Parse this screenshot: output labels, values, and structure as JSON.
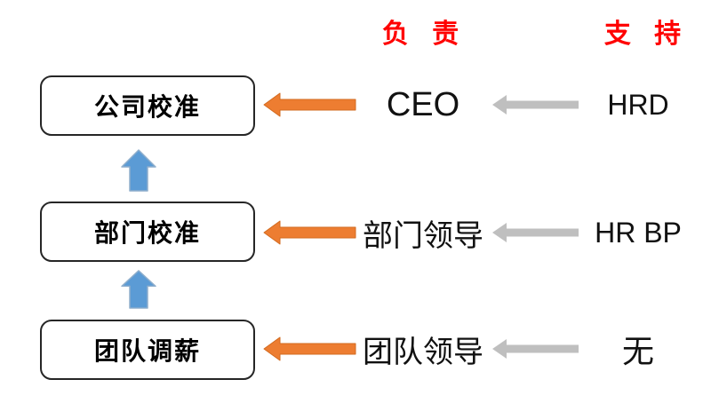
{
  "headers": {
    "responsible": "负 责",
    "support": "支 持"
  },
  "rows": [
    {
      "stage": "公司校准",
      "responsible": "CEO",
      "support": "HRD"
    },
    {
      "stage": "部门校准",
      "responsible": "部门领导",
      "support": "HR BP"
    },
    {
      "stage": "团队调薪",
      "responsible": "团队领导",
      "support": "无"
    }
  ],
  "icons": {
    "flow_up_arrow": "arrow-up-icon",
    "responsible_arrow": "arrow-left-icon",
    "support_arrow": "arrow-left-icon"
  },
  "colors": {
    "orange": "#ED7D31",
    "orange-border": "#D26A1F",
    "gray": "#BFBFBF",
    "blue": "#5B9BD5",
    "blue-border": "#8FAECC",
    "red": "#FF0000",
    "box-border": "#262626",
    "ink": "#111111"
  }
}
